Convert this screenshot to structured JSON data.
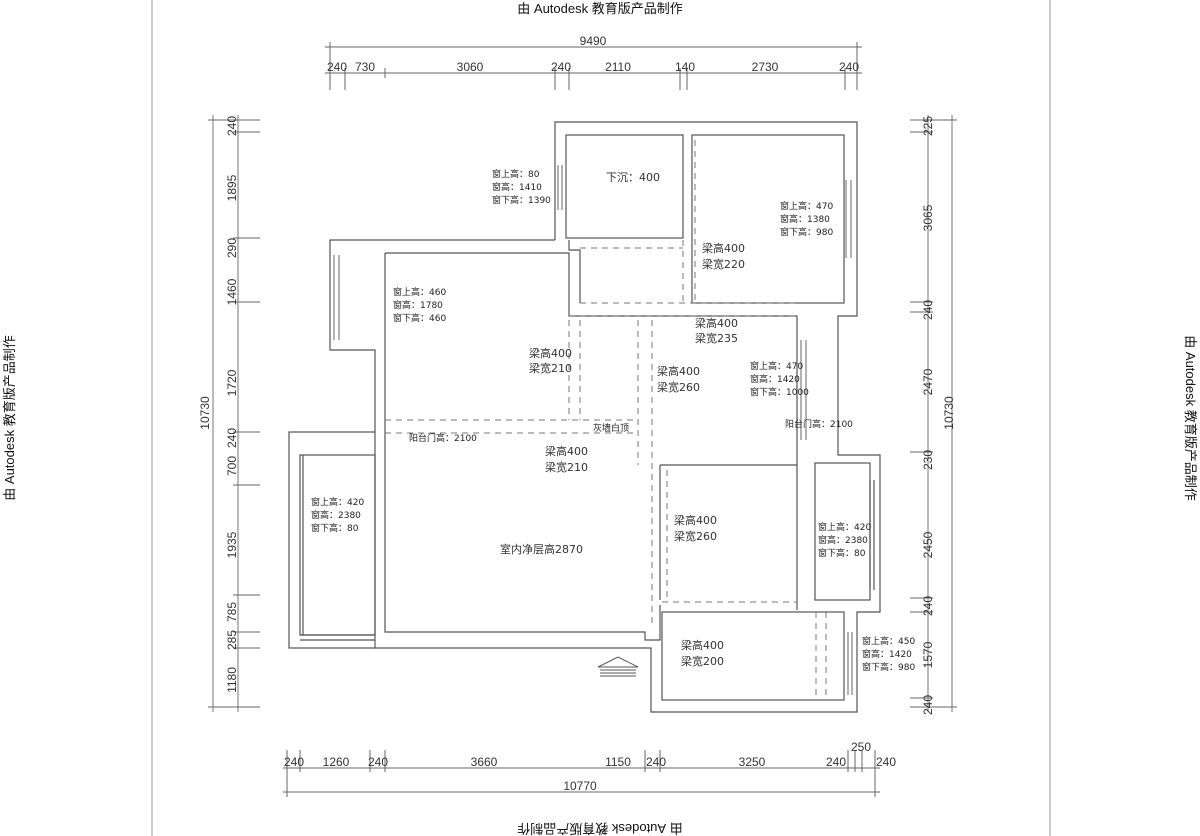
{
  "watermark": "由 Autodesk 教育版产品制作",
  "dimensions": {
    "top_total": "9490",
    "top": [
      "240",
      "730",
      "3060",
      "240",
      "2110",
      "140",
      "2730",
      "240"
    ],
    "bottom_total": "10770",
    "bottom": [
      "240",
      "1260",
      "240",
      "3660",
      "1150",
      "240",
      "3250",
      "240",
      "250",
      "240"
    ],
    "left_total": "10730",
    "left": [
      "240",
      "1895",
      "290",
      "1460",
      "1720",
      "240",
      "700",
      "1935",
      "785",
      "285",
      "1180"
    ],
    "right_total": "10730",
    "right": [
      "225",
      "3065",
      "240",
      "2470",
      "230",
      "2450",
      "240",
      "1570",
      "240"
    ]
  },
  "window_notes": [
    {
      "top": "窗上高：80",
      "height": "窗高：1410",
      "bottom": "窗下高：1390"
    },
    {
      "top": "窗上高：470",
      "height": "窗高：1380",
      "bottom": "窗下高：980"
    },
    {
      "top": "窗上高：460",
      "height": "窗高：1780",
      "bottom": "窗下高：460"
    },
    {
      "top": "窗上高：470",
      "height": "窗高：1420",
      "bottom": "窗下高：1000"
    },
    {
      "top": "窗上高：420",
      "height": "窗高：2380",
      "bottom": "窗下高：80"
    },
    {
      "top": "窗上高：420",
      "height": "窗高：2380",
      "bottom": "窗下高：80"
    },
    {
      "top": "窗上高：450",
      "height": "窗高：1420",
      "bottom": "窗下高：980"
    }
  ],
  "beams": [
    {
      "h": "梁高400",
      "w": "梁宽220"
    },
    {
      "h": "梁高400",
      "w": "梁宽235"
    },
    {
      "h": "梁高400",
      "w": "梁宽210"
    },
    {
      "h": "梁高400",
      "w": "梁宽260"
    },
    {
      "h": "梁高400",
      "w": "梁宽210"
    },
    {
      "h": "梁高400",
      "w": "梁宽260"
    },
    {
      "h": "梁高400",
      "w": "梁宽200"
    }
  ],
  "labels": {
    "sunken": "下沉：400",
    "balcony_door_1": "阳台门高：2100",
    "balcony_door_2": "阳台门高：2100",
    "ceiling": "灰墙白顶",
    "floor_height": "室内净层高2870"
  }
}
